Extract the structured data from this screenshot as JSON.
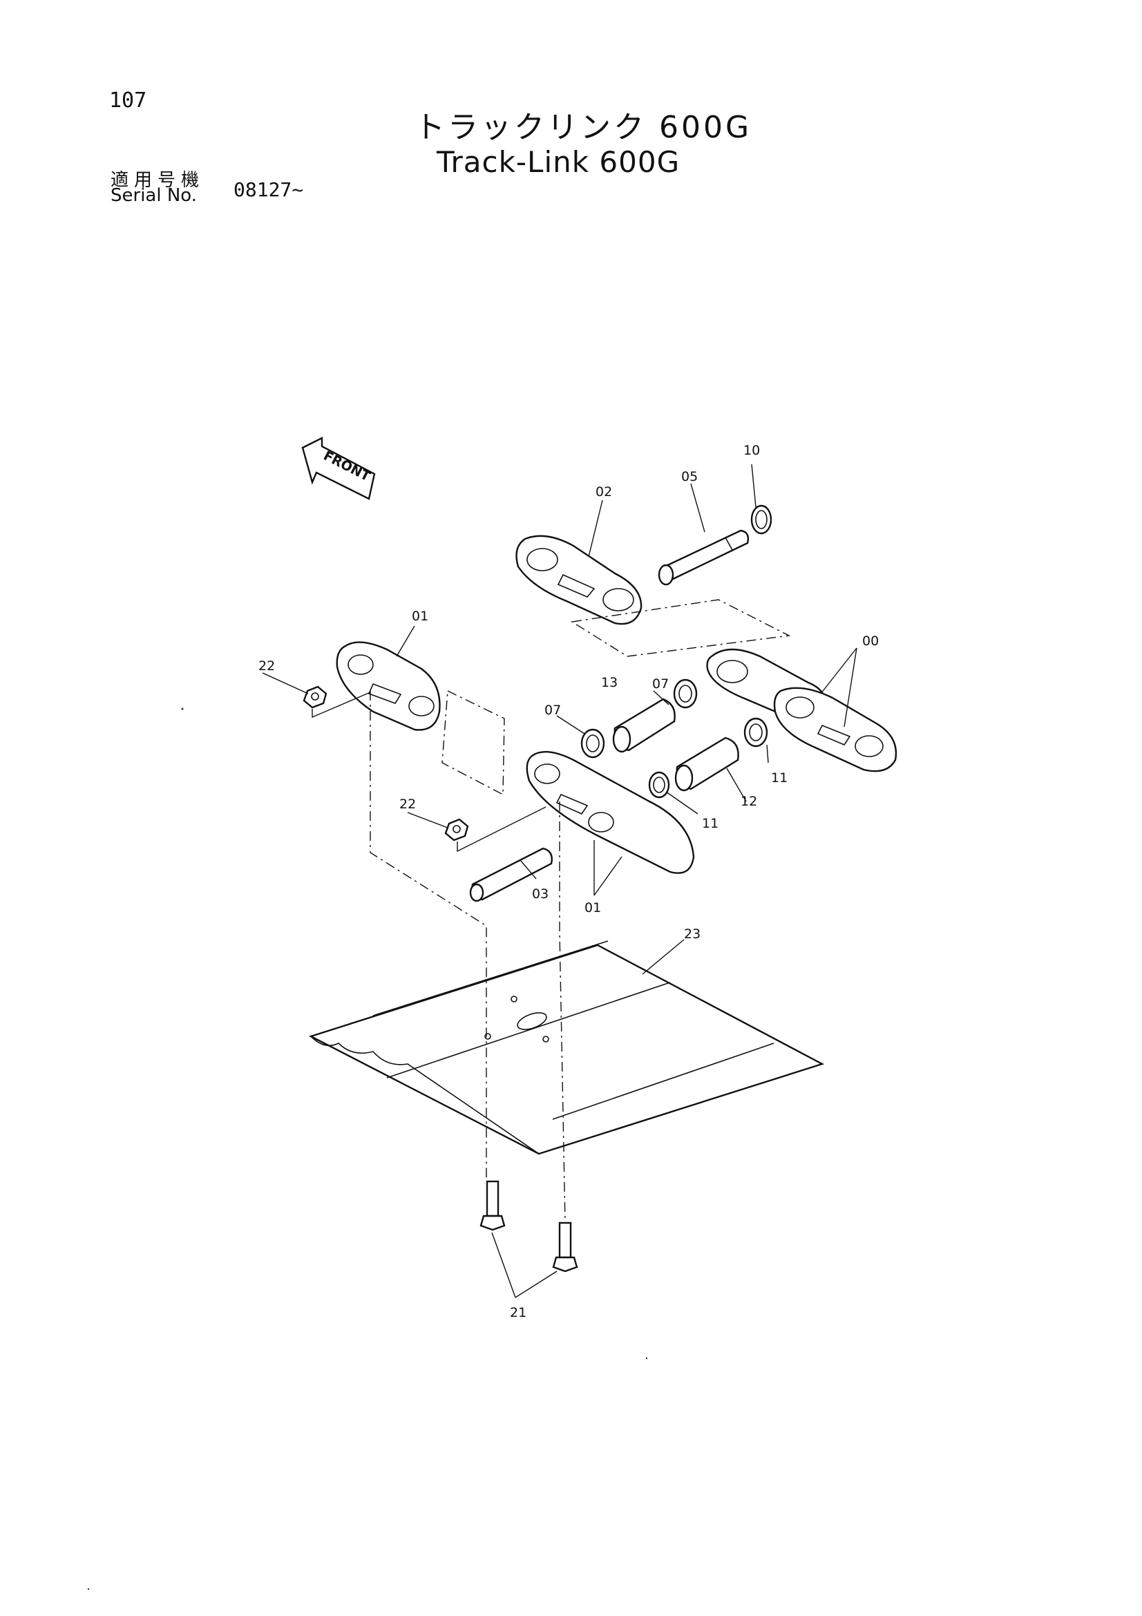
{
  "header": {
    "page_number": "107",
    "title_jp": "トラックリンク 600G",
    "title_en": "Track-Link 600G",
    "serial_label_jp": "適用号機",
    "serial_label_en": "Serial No.",
    "serial_value": "08127~"
  },
  "diagram": {
    "front_label": "FRONT",
    "callouts": {
      "c10": "10",
      "c05": "05",
      "c02": "02",
      "c01a": "01",
      "c00": "00",
      "c22a": "22",
      "c07a": "07",
      "c13": "13",
      "c07b": "07",
      "c11a": "11",
      "c11b": "11",
      "c12": "12",
      "c22b": "22",
      "c03": "03",
      "c01b": "01",
      "c23": "23",
      "c21": "21"
    }
  }
}
